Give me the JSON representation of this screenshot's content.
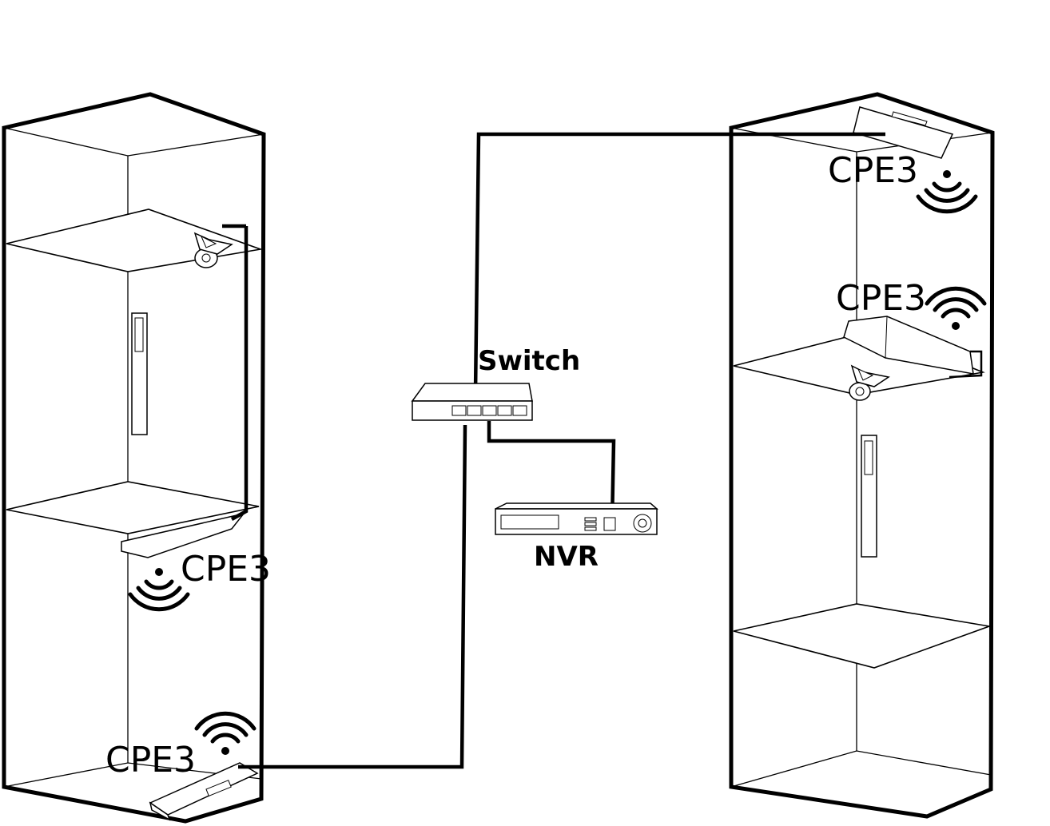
{
  "labels": {
    "switch": "Switch",
    "nvr": "NVR",
    "cpe_left_mid": "CPE3",
    "cpe_left_bottom": "CPE3",
    "cpe_right_top": "CPE3",
    "cpe_right_mid": "CPE3"
  },
  "icons": [
    "wifi-icon",
    "camera-icon",
    "cpe-device",
    "switch-device",
    "nvr-device"
  ]
}
